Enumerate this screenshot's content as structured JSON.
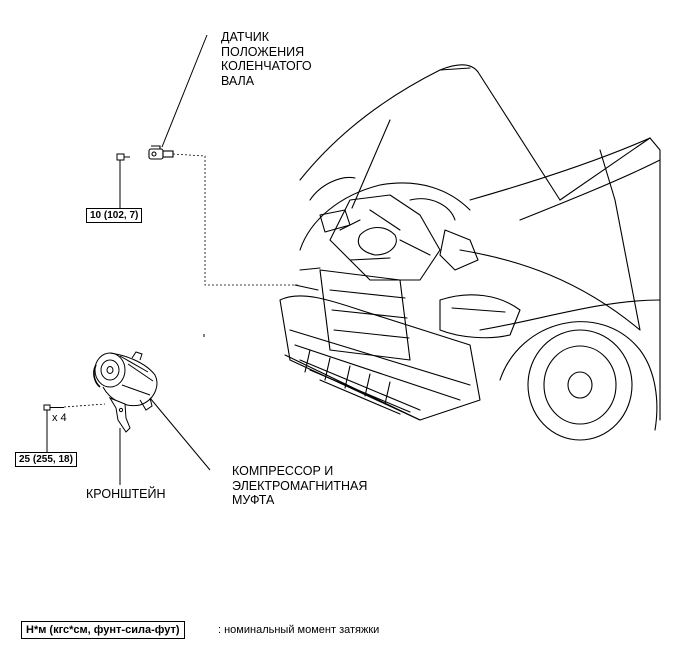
{
  "labels": {
    "sensor": "ДАТЧИК\nПОЛОЖЕНИЯ\nКОЛЕНЧАТОГО\nВАЛА",
    "compressor": "КОМПРЕССОР И\nЭЛЕКТРОМАГНИТНАЯ\nМУФТА",
    "bracket": "КРОНШТЕЙН"
  },
  "torque": {
    "sensor_bolt": "10 (102, 7)",
    "compressor_bolts": "25 (255, 18)"
  },
  "quantity": {
    "compressor_bolts": "x 4"
  },
  "legend": {
    "unit": "Н*м (кгс*см, фунт-сила-фут)",
    "description": ": номинальный момент затяжки"
  },
  "icons": [
    "crankshaft-position-sensor-icon",
    "bolt-icon",
    "compressor-icon",
    "bracket-icon",
    "vehicle-front-icon"
  ]
}
